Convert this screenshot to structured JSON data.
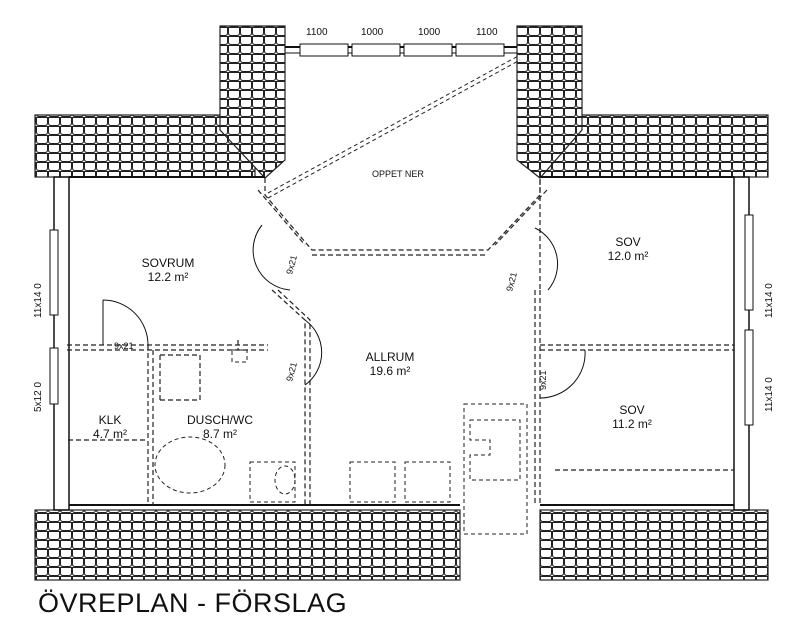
{
  "title": "ÖVREPLAN - FÖRSLAG",
  "top_dimensions": [
    "1100",
    "1000",
    "1000",
    "1100"
  ],
  "left_dimensions": [
    "11x14 0",
    "5x12 0"
  ],
  "right_dimensions": [
    "11x14 0",
    "11x14 0"
  ],
  "stair_label": "OPPET NER",
  "door_labels": [
    "9x21",
    "9x21",
    "9x21",
    "9x21",
    "9x21"
  ],
  "rooms": [
    {
      "name": "SOVRUM",
      "area": "12.2 m²"
    },
    {
      "name": "SOV",
      "area": "12.0 m²"
    },
    {
      "name": "ALLRUM",
      "area": "19.6 m²"
    },
    {
      "name": "KLK",
      "area": "4.7 m²"
    },
    {
      "name": "DUSCH/WC",
      "area": "8.7 m²"
    },
    {
      "name": "SOV",
      "area": "11.2 m²"
    }
  ]
}
